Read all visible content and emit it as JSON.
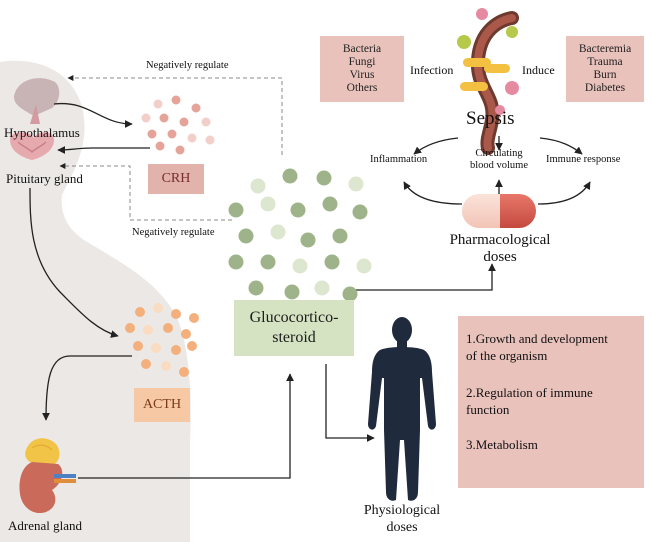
{
  "labels": {
    "hypothalamus": "Hypothalamus",
    "pituitary": "Pituitary gland",
    "adrenal": "Adrenal gland",
    "neg_top": "Negatively regulate",
    "neg_bottom": "Negatively regulate",
    "crh": "CRH",
    "acth": "ACTH",
    "gluco_1": "Glucocortico-",
    "gluco_2": "steroid",
    "infection": "Infection",
    "induce": "Induce",
    "sepsis": "Sepsis",
    "inflammation": "Inflammation",
    "circulating_1": "Circulating",
    "circulating_2": "blood volume",
    "immune_response": "Immune response",
    "pharma_1": "Pharmacological",
    "pharma_2": "doses",
    "physio_1": "Physiological",
    "physio_2": "doses"
  },
  "pathogens": [
    "Bacteria",
    "Fungi",
    "Virus",
    "Others"
  ],
  "conditions": [
    "Bacteremia",
    "Trauma",
    "Burn",
    "Diabetes"
  ],
  "functions": [
    [
      "1.Growth and development",
      "of the organism"
    ],
    [
      "2.Regulation of immune",
      "function"
    ],
    [
      "3.Metabolism"
    ]
  ],
  "colors": {
    "body_silhouette": "#ebe8e5",
    "crh_box": "#e2b3aa",
    "acth_box": "#f7c8a4",
    "gluco_box": "#d5e3c2",
    "info_box": "#e9c2bc",
    "crh_dot": "#e5a39a",
    "acth_dot": "#f3b07d",
    "gluco_dot_dark": "#9fb38a",
    "gluco_dot_light": "#dde6cf",
    "human": "#1f2a3c"
  }
}
